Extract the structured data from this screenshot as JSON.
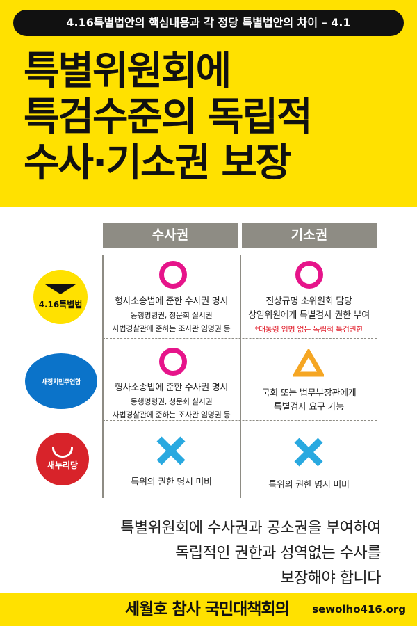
{
  "header": {
    "pill": "4.16특별법안의 핵심내용과 각 정당 특별법안의 차이 – 4.1",
    "headline": [
      "특별위원회에",
      "특검수준의 독립적",
      "수사·기소권 보장"
    ]
  },
  "table": {
    "columns": [
      "수사권",
      "기소권"
    ],
    "rows": [
      {
        "logo": "4.16특별법",
        "investigation": {
          "mark": "circle",
          "main": "형사소송법에 준한 수사권 명시",
          "sub": [
            "동행명령권, 청문회 실시권",
            "사법경찰관에 준하는 조사관 임명권 등"
          ]
        },
        "prosecution": {
          "mark": "circle",
          "main": [
            "진상규명 소위원회 담당",
            "상임위원에게 특별검사 권한 부여"
          ],
          "note": "*대통령 임명 없는 독립적 특검권한"
        }
      },
      {
        "logo": "새정치민주연합",
        "investigation": {
          "mark": "circle",
          "main": "형사소송법에 준한 수사권 명시",
          "sub": [
            "동행명령권, 청문회 실시권",
            "사법경찰관에 준하는 조사관 임명권 등"
          ]
        },
        "prosecution": {
          "mark": "triangle",
          "main": [
            "국회 또는 법무부장관에게",
            "특별검사 요구 가능"
          ]
        }
      },
      {
        "logo": "새누리당",
        "investigation": {
          "mark": "x",
          "main": "특위의 권한 명시 미비"
        },
        "prosecution": {
          "mark": "x",
          "main": "특위의 권한 명시 미비"
        }
      }
    ]
  },
  "message": [
    "특별위원회에 수사권과 공소권을 부여하여",
    "독립적인 권한과 성역없는 수사를",
    "보장해야 합니다"
  ],
  "footer": {
    "org": "세월호 참사 국민대책회의",
    "url": "sewolho416.org"
  },
  "colors": {
    "yellow": "#ffe100",
    "gray": "#8e8c84",
    "magenta": "#e6148a",
    "cyan": "#29a9e0",
    "orange": "#f5a623",
    "red": "#e11d2a"
  }
}
